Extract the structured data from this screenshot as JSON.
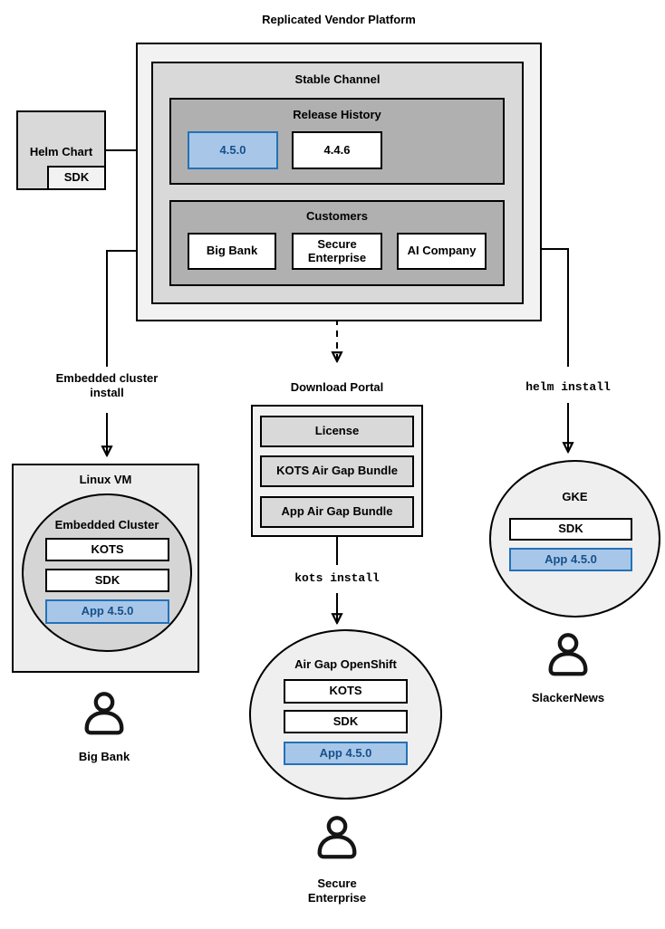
{
  "title": "Replicated Vendor Platform",
  "platform": {
    "stable_channel": {
      "label": "Stable Channel",
      "release_history": {
        "label": "Release History",
        "releases": [
          {
            "version": "4.5.0",
            "highlighted": true
          },
          {
            "version": "4.4.6",
            "highlighted": false
          }
        ]
      },
      "customers": {
        "label": "Customers",
        "items": [
          {
            "name": "Big Bank"
          },
          {
            "name": "Secure Enterprise"
          },
          {
            "name": "AI Company"
          }
        ]
      }
    }
  },
  "helm_chart": {
    "label": "Helm Chart",
    "sdk": "SDK"
  },
  "flows": {
    "embedded_cluster_install": "Embedded cluster install",
    "download_portal": "Download Portal",
    "helm_install": "helm install",
    "kots_install": "kots install"
  },
  "download_portal": {
    "items": [
      {
        "label": "License"
      },
      {
        "label": "KOTS Air Gap Bundle"
      },
      {
        "label": "App Air Gap Bundle"
      }
    ]
  },
  "linux_vm": {
    "label": "Linux VM",
    "embedded_cluster": {
      "label": "Embedded Cluster",
      "kots": "KOTS",
      "sdk": "SDK",
      "app": "App 4.5.0"
    }
  },
  "air_gap_openshift": {
    "label": "Air Gap OpenShift",
    "kots": "KOTS",
    "sdk": "SDK",
    "app": "App 4.5.0"
  },
  "gke": {
    "label": "GKE",
    "sdk": "SDK",
    "app": "App 4.5.0"
  },
  "users": {
    "big_bank": "Big Bank",
    "secure_enterprise": "Secure Enterprise",
    "slackernews": "SlackerNews"
  },
  "colors": {
    "highlight_fill": "#a8c7e8",
    "highlight_border": "#2471b8",
    "highlight_text": "#16508c"
  }
}
